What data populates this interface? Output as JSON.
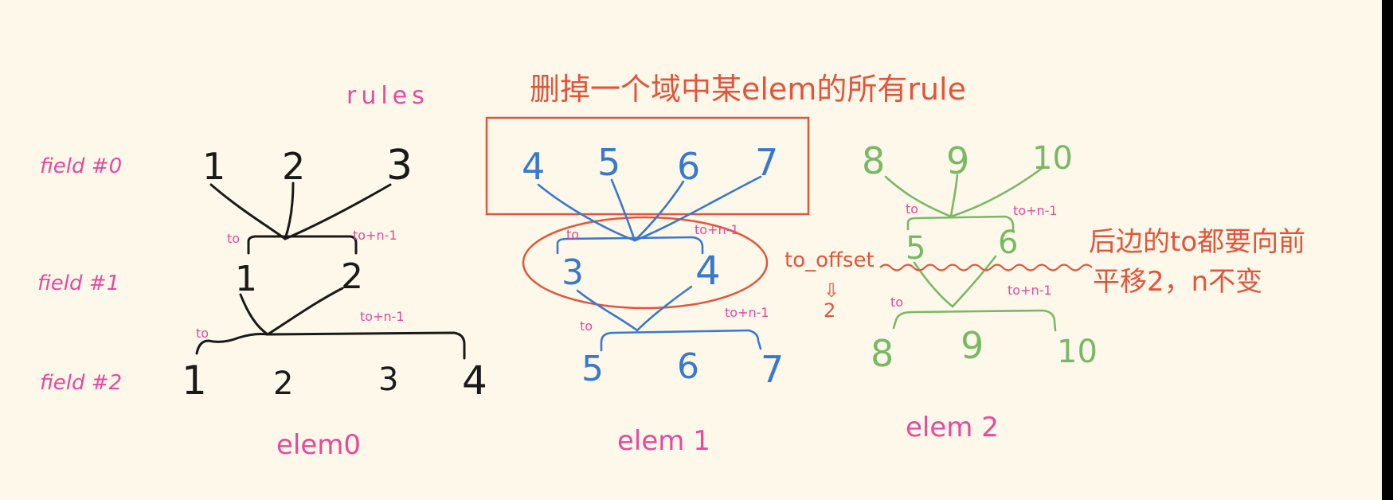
{
  "colors": {
    "paper": "#fdf8ea",
    "frame": "#000000",
    "pink": "#e7499b",
    "black": "#1a1a1a",
    "blue": "#3878d0",
    "green": "#79b965",
    "red": "#e2553a"
  },
  "header": {
    "title": "删掉一个域中某elem的所有rule",
    "rules_label": "rules"
  },
  "fields": [
    "field #0",
    "field #1",
    "field #2"
  ],
  "elems": [
    {
      "name": "elem0",
      "color": "black",
      "rows": [
        [
          "1",
          "2",
          "3"
        ],
        [
          "1",
          "2"
        ],
        [
          "1",
          "2",
          "3",
          "4"
        ]
      ]
    },
    {
      "name": "elem 1",
      "color": "blue",
      "rows": [
        [
          "4",
          "5",
          "6",
          "7"
        ],
        [
          "3",
          "4"
        ],
        [
          "5",
          "6",
          "7"
        ]
      ]
    },
    {
      "name": "elem 2",
      "color": "green",
      "rows": [
        [
          "8",
          "9",
          "10"
        ],
        [
          "5",
          "6"
        ],
        [
          "8",
          "9",
          "10"
        ]
      ]
    }
  ],
  "labels": {
    "to": "to",
    "to_end": "to+n-1",
    "to_offset": "to_offset",
    "arrow": "⇩",
    "offset_value": "2"
  },
  "note": {
    "line1": "后边的to都要向前",
    "line2": "平移2，n不变"
  }
}
